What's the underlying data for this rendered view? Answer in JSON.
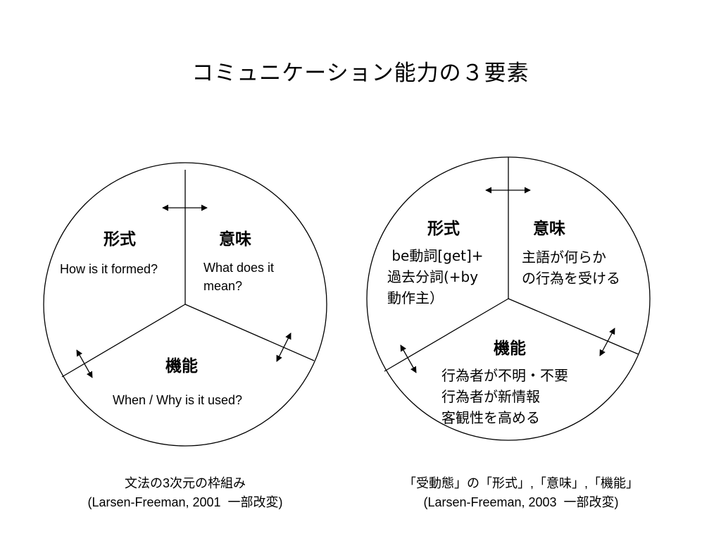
{
  "title": "コミュニケーション能力の３要素",
  "left_diagram": {
    "form_heading": "形式",
    "meaning_heading": "意味",
    "function_heading": "機能",
    "form_text": "How is it formed?",
    "meaning_text": [
      "What does it",
      "mean?"
    ],
    "function_text": "When / Why is it used?",
    "caption": [
      "文法の3次元の枠組み",
      "(Larsen-Freeman, 2001  一部改変)"
    ]
  },
  "right_diagram": {
    "form_heading": "形式",
    "meaning_heading": "意味",
    "function_heading": "機能",
    "form_text": [
      " be動詞[get]+",
      "過去分詞(+by",
      "動作主）"
    ],
    "meaning_text": [
      "主語が何らか",
      "の行為を受ける"
    ],
    "function_text": [
      "行為者が不明・不要",
      "行為者が新情報",
      "客観性を高める"
    ],
    "caption": [
      "「受動態」の「形式」,「意味」,「機能」",
      "(Larsen-Freeman, 2003  一部改変)"
    ]
  }
}
